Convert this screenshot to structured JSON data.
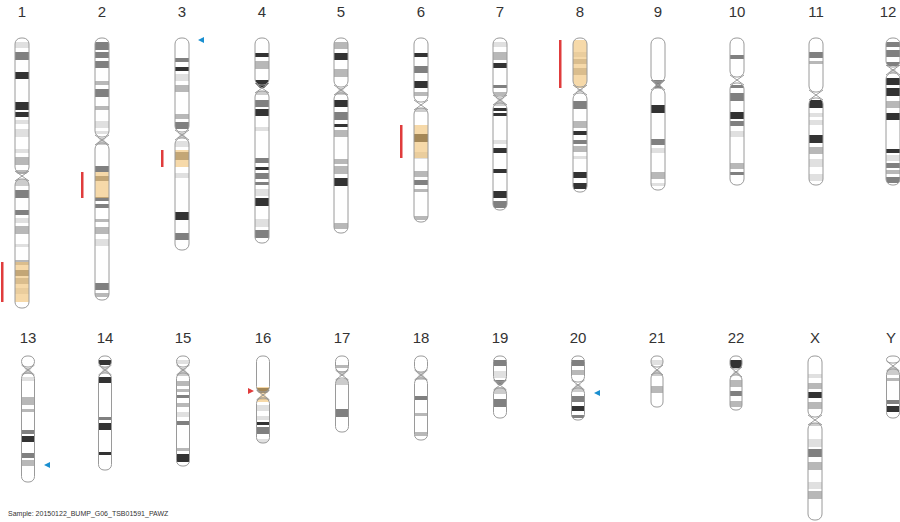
{
  "diagram": {
    "labels": [
      "1",
      "2",
      "3",
      "4",
      "5",
      "6",
      "7",
      "8",
      "9",
      "10",
      "11",
      "12",
      "13",
      "14",
      "15",
      "16",
      "17",
      "18",
      "19",
      "20",
      "21",
      "22",
      "X",
      "Y",
      "Sample: 20150122_BUMP_G06_TSB01591_PAWZ"
    ]
  }
}
